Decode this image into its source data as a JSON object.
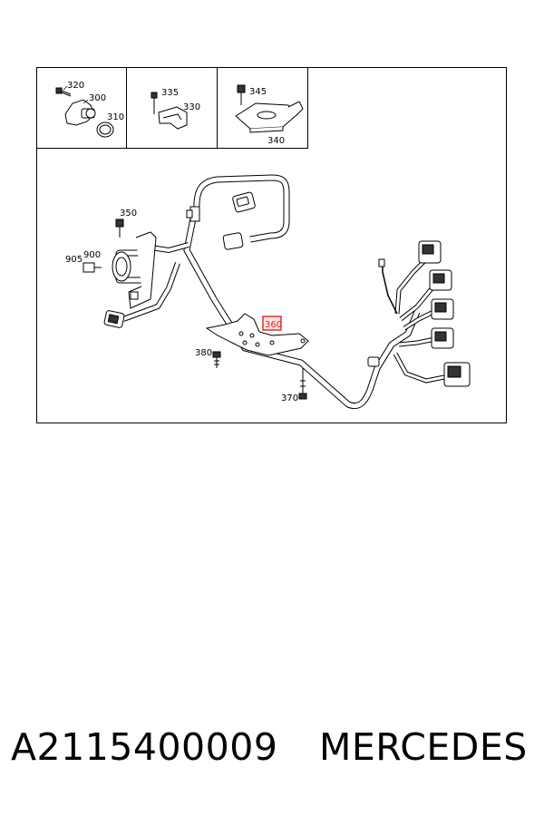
{
  "diagram": {
    "callouts": {
      "c320": "320",
      "c300": "300",
      "c310": "310",
      "c335": "335",
      "c330": "330",
      "c345": "345",
      "c340": "340",
      "c350": "350",
      "c905": "905",
      "c900": "900",
      "c360": "360",
      "c380": "380",
      "c370": "370"
    },
    "highlight_color": "#e0261f",
    "highlighted_callout": "360"
  },
  "caption": {
    "part_number": "A2115400009",
    "brand": "MERCEDES"
  }
}
